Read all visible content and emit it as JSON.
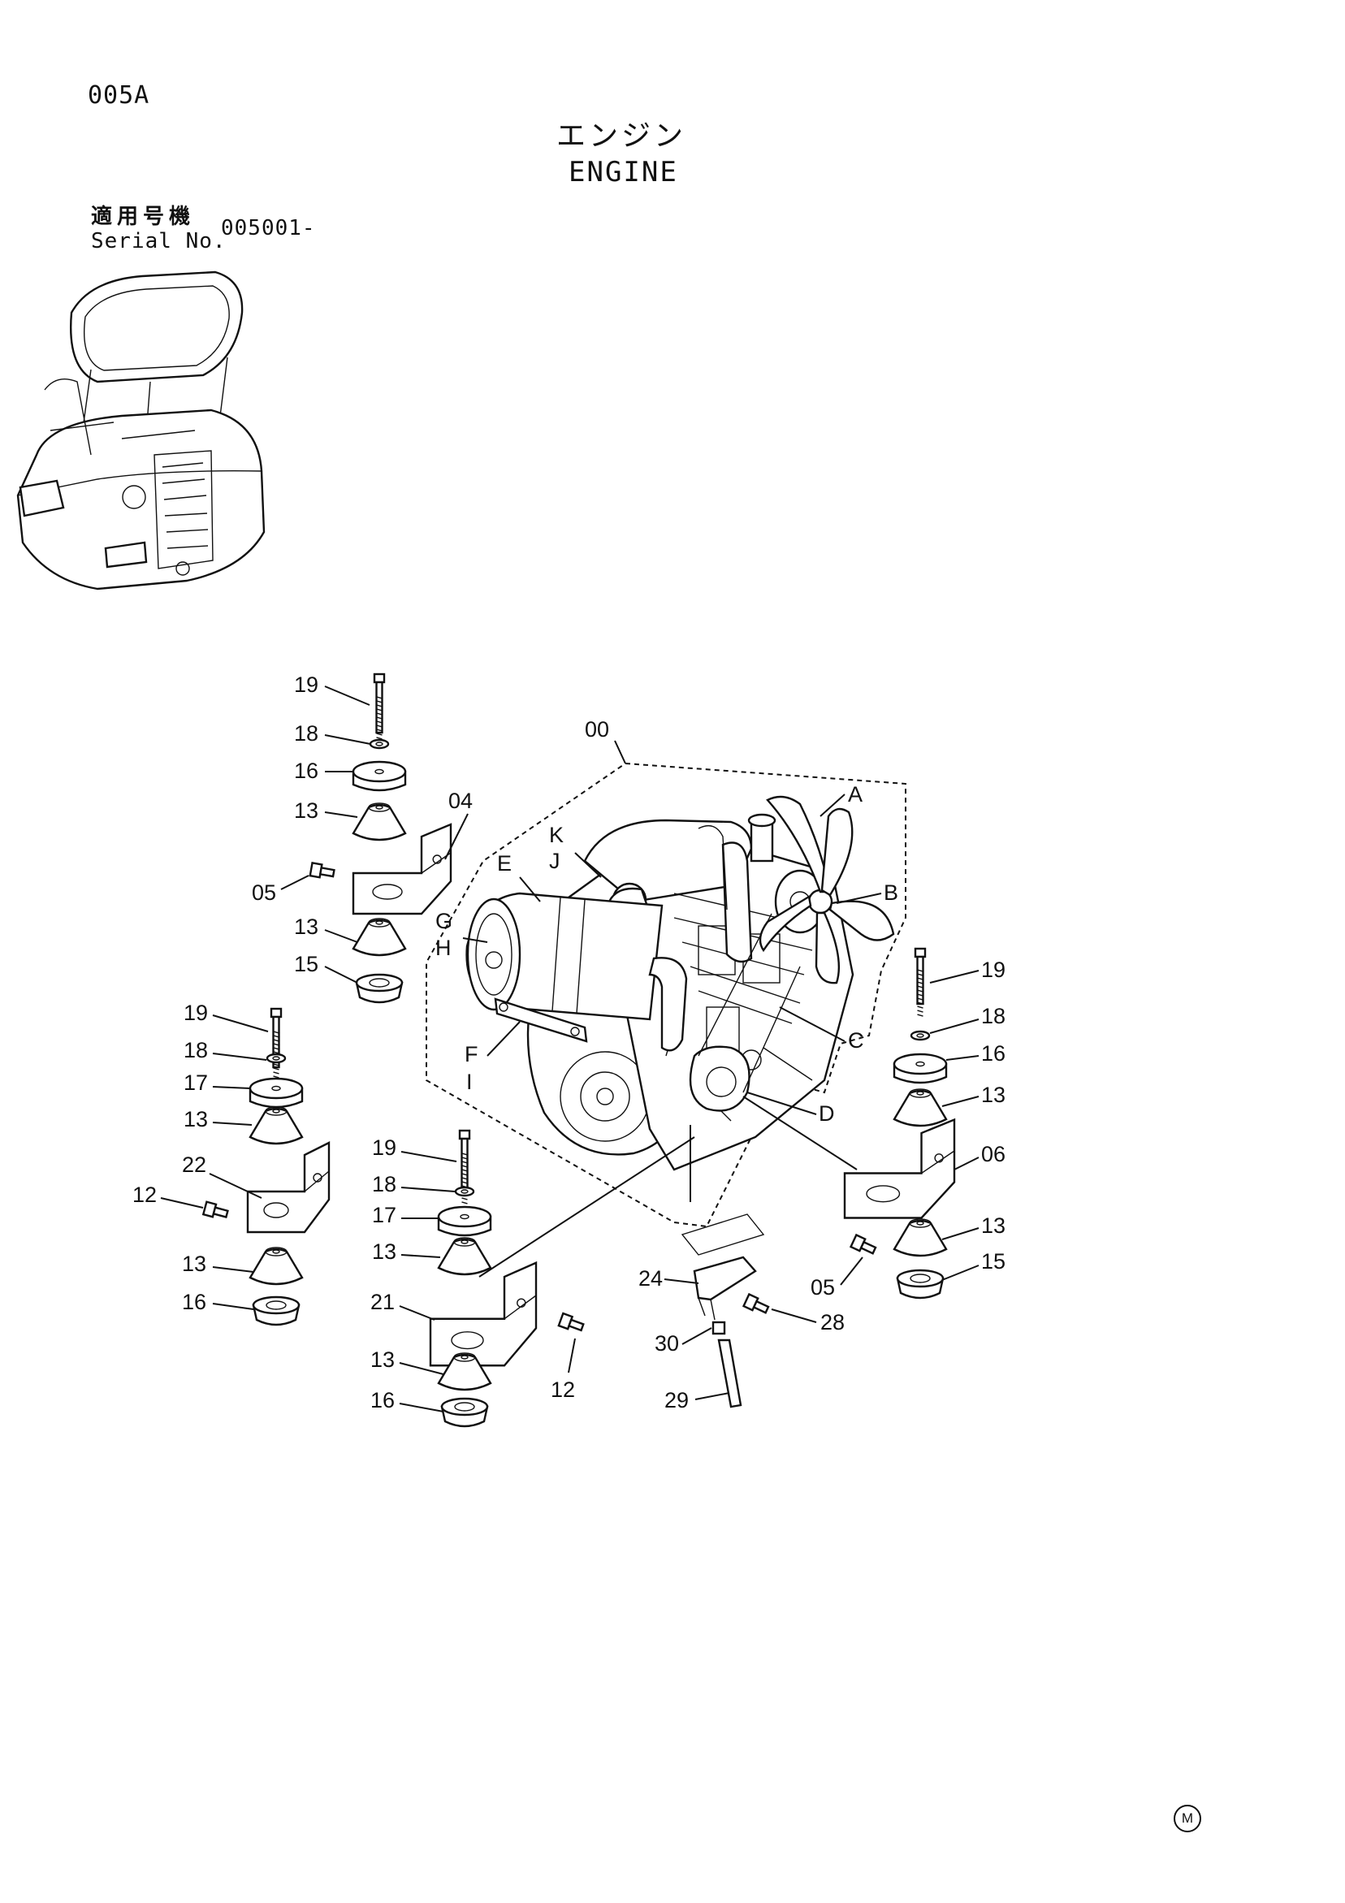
{
  "header": {
    "page_code": "005A",
    "title_jp": "エンジン",
    "title_en": "ENGINE",
    "serial_label_jp": "適用号機",
    "serial_label_en": "Serial No.",
    "serial_value": "005001-"
  },
  "callouts": {
    "c19a": "19",
    "c18a": "18",
    "c16a": "16",
    "c13a": "13",
    "c04": "04",
    "c05a": "05",
    "c13b": "13",
    "c15a": "15",
    "c19b": "19",
    "c18b": "18",
    "c17a": "17",
    "c13c": "13",
    "c22": "22",
    "c12a": "12",
    "c13d": "13",
    "c16b": "16",
    "c19c": "19",
    "c18c": "18",
    "c17b": "17",
    "c13e": "13",
    "c21": "21",
    "c12b": "12",
    "c13f": "13",
    "c16c": "16",
    "c00": "00",
    "cA": "A",
    "cB": "B",
    "cC": "C",
    "cD": "D",
    "cE": "E",
    "cF": "F",
    "cG": "G",
    "cH": "H",
    "cI": "I",
    "cJ": "J",
    "cK": "K",
    "c19d": "19",
    "c18d": "18",
    "c16d": "16",
    "c13g": "13",
    "c06": "06",
    "c13h": "13",
    "c15b": "15",
    "c05b": "05",
    "c24": "24",
    "c28": "28",
    "c30": "30",
    "c29": "29"
  },
  "footer_mark": "M"
}
